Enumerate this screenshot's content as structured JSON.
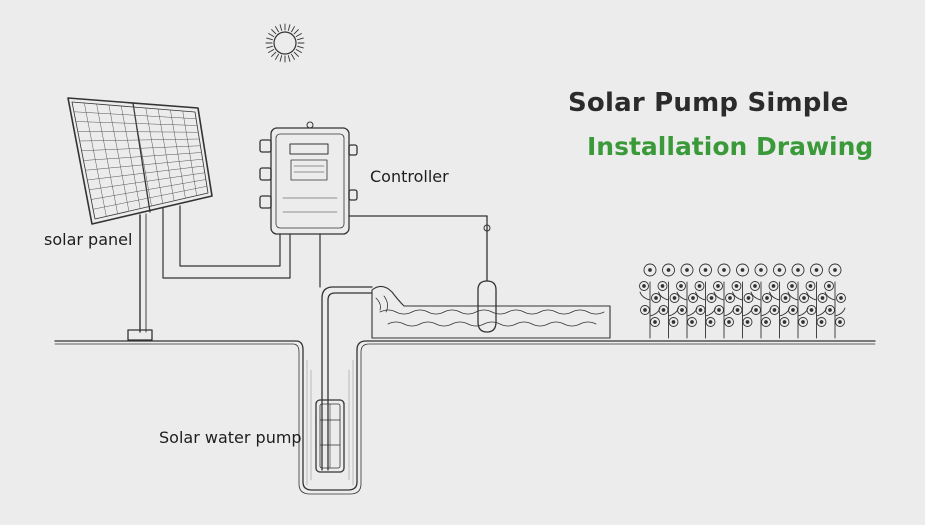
{
  "title": {
    "line1": "Solar Pump Simple",
    "line2": "Installation Drawing"
  },
  "labels": {
    "solar_panel": "solar panel",
    "controller": "Controller",
    "pump": "Solar water pump"
  },
  "colors": {
    "background": "#ececec",
    "title_dark": "#2b2b2b",
    "title_accent": "#3a9a3a",
    "line": "#333333"
  },
  "icons": [
    "sun-icon",
    "solar-panel-icon",
    "controller-icon",
    "pump-icon",
    "float-switch-icon",
    "plant-icon"
  ]
}
